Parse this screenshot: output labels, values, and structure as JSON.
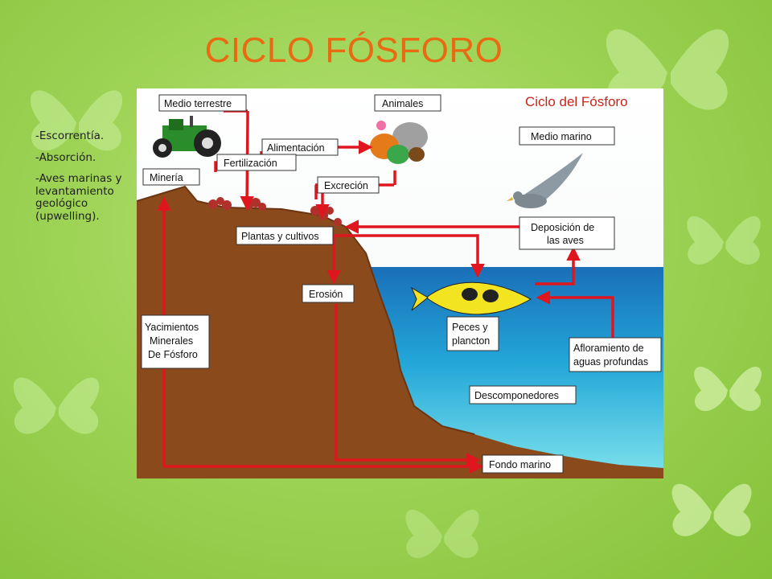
{
  "slide": {
    "title": "CICLO FÓSFORO",
    "bullets": [
      "-Escorrentía.",
      "-Absorción.",
      "-Aves marinas y levantamiento geológico (upwelling)."
    ]
  },
  "diagram": {
    "title": "Ciclo del Fósforo",
    "labels": {
      "medio_terrestre": "Medio terrestre",
      "animales": "Animales",
      "medio_marino": "Medio marino",
      "alimentacion": "Alimentación",
      "fertilizacion": "Fertilización",
      "mineria": "Minería",
      "excrecion": "Excreción",
      "plantas": "Plantas y cultivos",
      "deposicion_1": "Deposición de",
      "deposicion_2": "las aves",
      "erosion": "Erosión",
      "peces_1": "Peces y",
      "peces_2": "plancton",
      "yacimientos_1": "Yacimientos",
      "yacimientos_2": "Minerales",
      "yacimientos_3": "De Fósforo",
      "afloramiento_1": "Afloramiento de",
      "afloramiento_2": "aguas profundas",
      "descomponedores": "Descomponedores",
      "fondo_marino": "Fondo marino"
    }
  },
  "colors": {
    "title": "#e86a12",
    "arrow": "#e0161e",
    "soil": "#8a4a1c",
    "sea": "#1a9bd6"
  }
}
